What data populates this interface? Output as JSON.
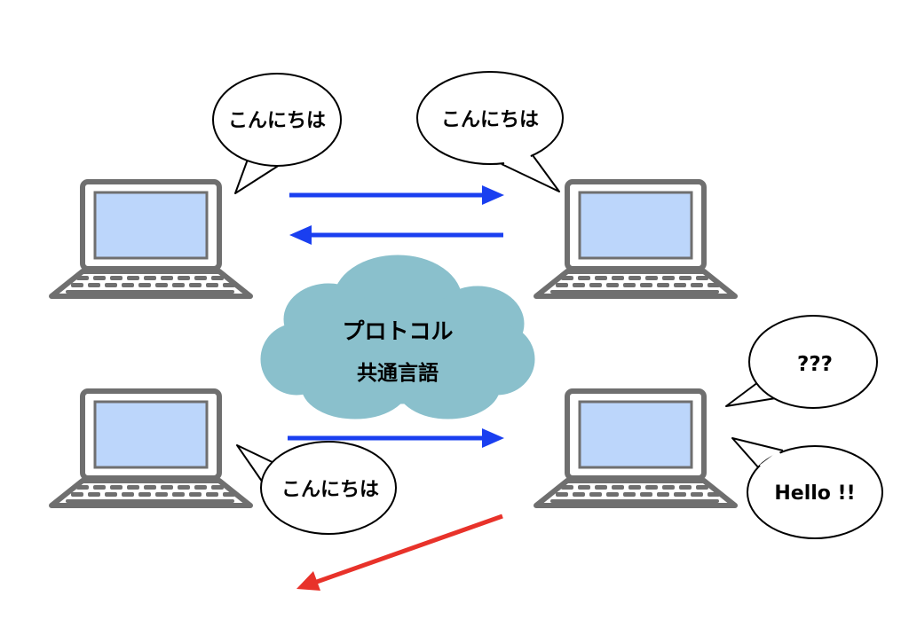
{
  "colors": {
    "blue_arrow": "#1a3ff0",
    "red_arrow": "#e8322a",
    "cloud_fill": "#8ac0cc",
    "screen_fill": "#bcd6fb",
    "laptop_stroke": "#6f6f6f"
  },
  "bubbles": {
    "top_left": "こんにちは",
    "top_right": "こんにちは",
    "bottom_left": "こんにちは",
    "bottom_right_top": "???",
    "bottom_right_bottom": "Hello !!"
  },
  "cloud": {
    "line1": "プロトコル",
    "line2": "共通言語"
  },
  "icons": [
    "laptop-icon",
    "speech-bubble",
    "cloud-shape",
    "arrow"
  ]
}
